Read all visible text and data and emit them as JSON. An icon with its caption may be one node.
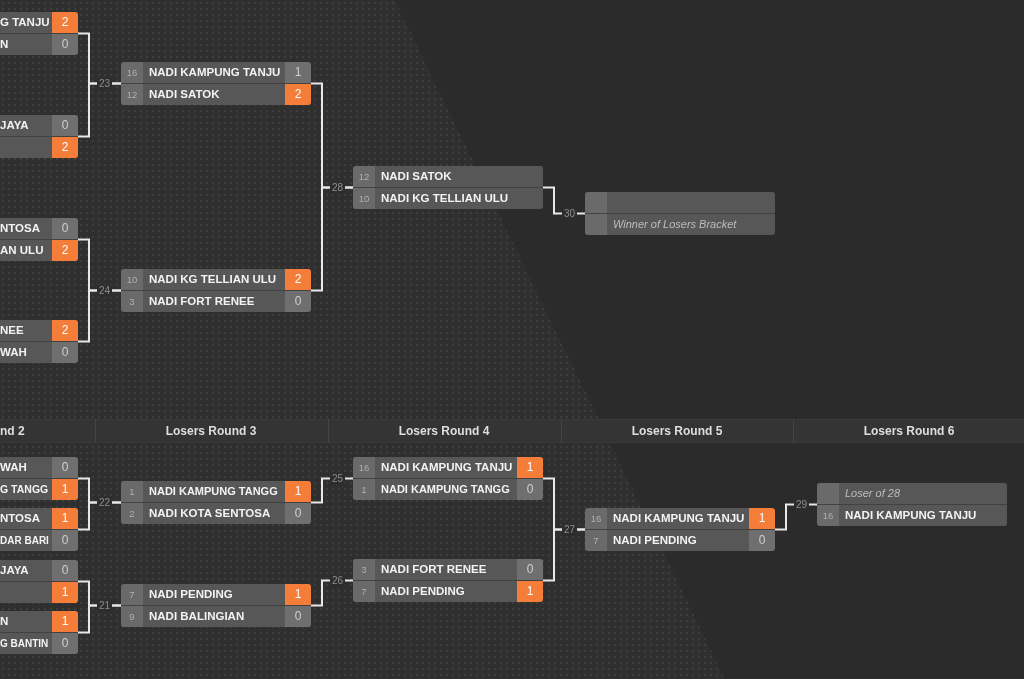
{
  "diagram": {
    "nodes": [
      {
        "text": [
          "G TANJU",
          "2",
          "N",
          "0"
        ]
      },
      {
        "text": [
          "JAYA",
          "0",
          "2"
        ]
      },
      {
        "text": [
          "NTOSA",
          "0",
          "AN ULU",
          "2"
        ]
      },
      {
        "text": [
          "NEE",
          "2",
          "WAH",
          "0"
        ]
      },
      {
        "text": [
          "16",
          "NADI KAMPUNG TANJU",
          "1",
          "12",
          "NADI SATOK",
          "2"
        ]
      },
      {
        "text": [
          "10",
          "NADI KG TELLIAN ULU",
          "2",
          "3",
          "NADI FORT RENEE",
          "0"
        ]
      },
      {
        "text": [
          "12",
          "NADI SATOK",
          "10",
          "NADI KG TELLIAN ULU"
        ]
      },
      {
        "text": [
          "Winner of Losers Bracket"
        ]
      },
      {
        "text": [
          "WAH",
          "0",
          "G TANGG",
          "1"
        ]
      },
      {
        "text": [
          "NTOSA",
          "1",
          "DAR BARI",
          "0"
        ]
      },
      {
        "text": [
          "JAYA",
          "0",
          "1"
        ]
      },
      {
        "text": [
          "N",
          "1",
          "G BANTIN",
          "0"
        ]
      },
      {
        "text": [
          "1",
          "NADI KAMPUNG TANGG",
          "1",
          "2",
          "NADI KOTA SENTOSA",
          "0"
        ]
      },
      {
        "text": [
          "7",
          "NADI PENDING",
          "1",
          "9",
          "NADI BALINGIAN",
          "0"
        ]
      },
      {
        "text": [
          "16",
          "NADI KAMPUNG TANJU",
          "1",
          "1",
          "NADI KAMPUNG TANGG",
          "0"
        ]
      },
      {
        "text": [
          "3",
          "NADI FORT RENEE",
          "0",
          "7",
          "NADI PENDING",
          "1"
        ]
      },
      {
        "text": [
          "16",
          "NADI KAMPUNG TANJU",
          "1",
          "7",
          "NADI PENDING",
          "0"
        ]
      },
      {
        "text": [
          "Loser of 28",
          "16",
          "NADI KAMPUNG TANJU"
        ]
      }
    ],
    "edges": [
      {
        "from": 0,
        "to": 4,
        "arrow": "none",
        "label": "23"
      },
      {
        "from": 1,
        "to": 4,
        "arrow": "none"
      },
      {
        "from": 2,
        "to": 5,
        "arrow": "none",
        "label": "24"
      },
      {
        "from": 3,
        "to": 5,
        "arrow": "none"
      },
      {
        "from": 4,
        "to": 6,
        "arrow": "none",
        "label": "28"
      },
      {
        "from": 5,
        "to": 6,
        "arrow": "none"
      },
      {
        "from": 6,
        "to": 7,
        "arrow": "none",
        "label": "30"
      },
      {
        "from": 8,
        "to": 12,
        "arrow": "none",
        "label": "22"
      },
      {
        "from": 9,
        "to": 12,
        "arrow": "none"
      },
      {
        "from": 10,
        "to": 13,
        "arrow": "none",
        "label": "21"
      },
      {
        "from": 11,
        "to": 13,
        "arrow": "none"
      },
      {
        "from": 12,
        "to": 14,
        "arrow": "none",
        "label": "25"
      },
      {
        "from": 13,
        "to": 15,
        "arrow": "none",
        "label": "26"
      },
      {
        "from": 14,
        "to": 16,
        "arrow": "none",
        "label": "27"
      },
      {
        "from": 15,
        "to": 16,
        "arrow": "none"
      },
      {
        "from": 16,
        "to": 17,
        "arrow": "none",
        "label": "29"
      }
    ],
    "labels": [
      "nd 2",
      "Losers Round 3",
      "Losers Round 4",
      "Losers Round 5",
      "Losers Round 6"
    ]
  }
}
